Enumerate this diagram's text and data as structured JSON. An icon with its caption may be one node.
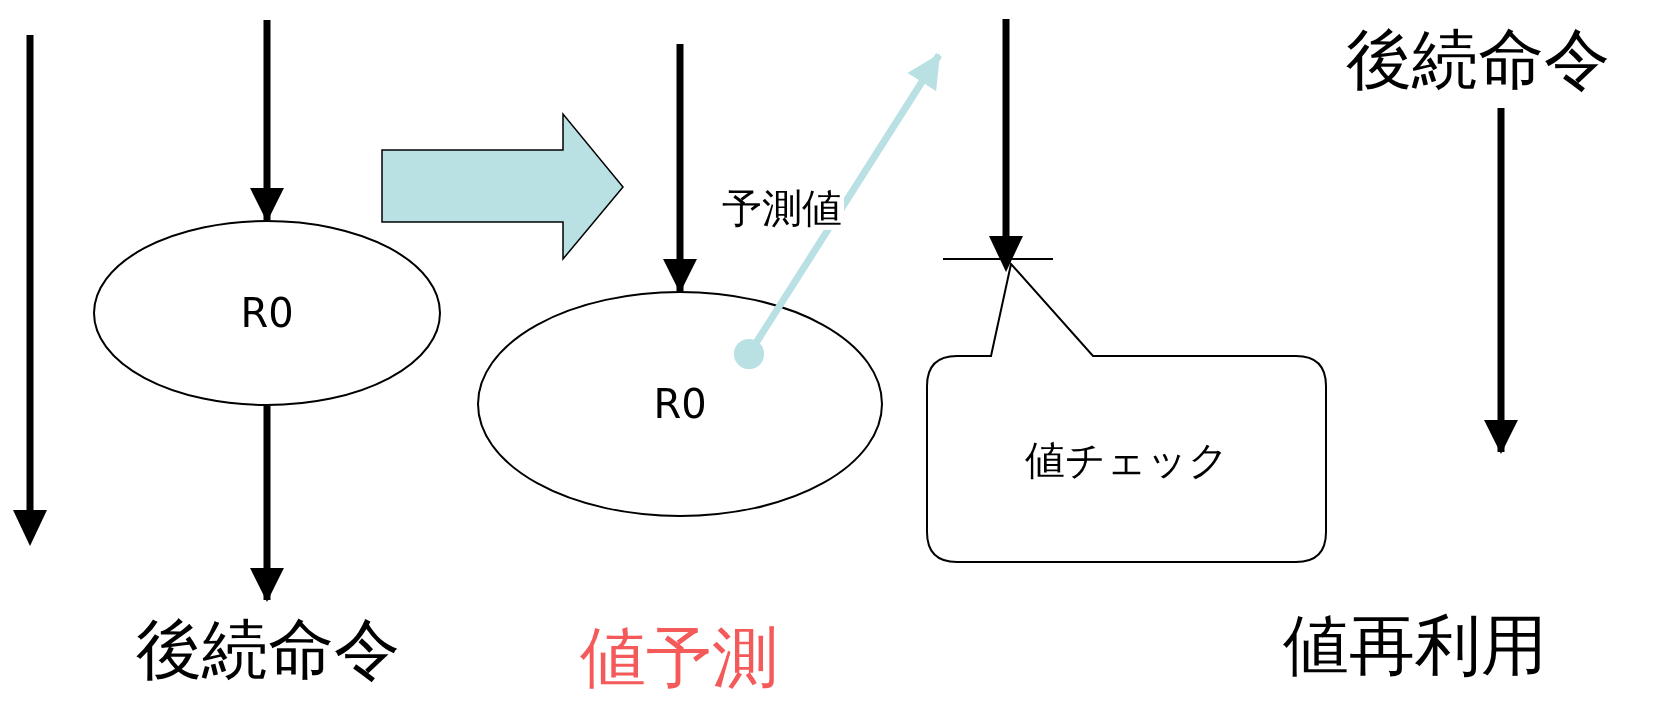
{
  "diagram": {
    "nodes": [
      {
        "text": [
          "R0"
        ]
      },
      {
        "text": [
          "後続命令"
        ]
      },
      {
        "text": [
          "R0"
        ]
      },
      {
        "text": [
          "値チェック"
        ]
      },
      {
        "text": [
          "後続命令"
        ]
      }
    ],
    "edges": [
      {
        "from": null,
        "to": 0,
        "arrow": "to"
      },
      {
        "from": 0,
        "to": 1,
        "arrow": "to"
      },
      {
        "from": null,
        "to": 2,
        "arrow": "to"
      },
      {
        "from": 2,
        "to": null,
        "arrow": "to",
        "label": "予測値",
        "color": "#b9e0e3"
      },
      {
        "from": 4,
        "to": null,
        "arrow": "to"
      }
    ],
    "labels": [
      "値予測",
      "値再利用"
    ]
  }
}
